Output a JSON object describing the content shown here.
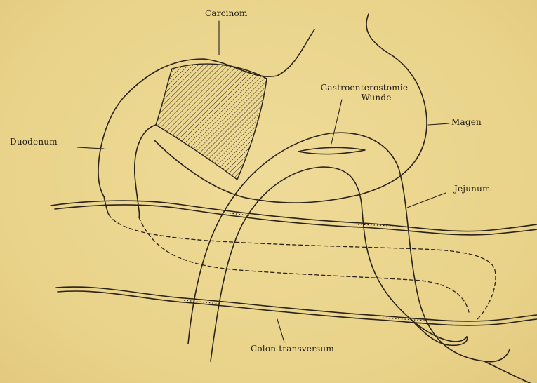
{
  "labels": {
    "carcinom": "Carcinom",
    "gastro_line1": "Gastroenterostomie-",
    "gastro_line2": "Wunde",
    "magen": "Magen",
    "duodenum": "Duodenum",
    "jejunum": "Jejunum",
    "colon": "Colon transversum"
  },
  "colors": {
    "paper": "#ecd690",
    "ink": "#2a2218"
  }
}
